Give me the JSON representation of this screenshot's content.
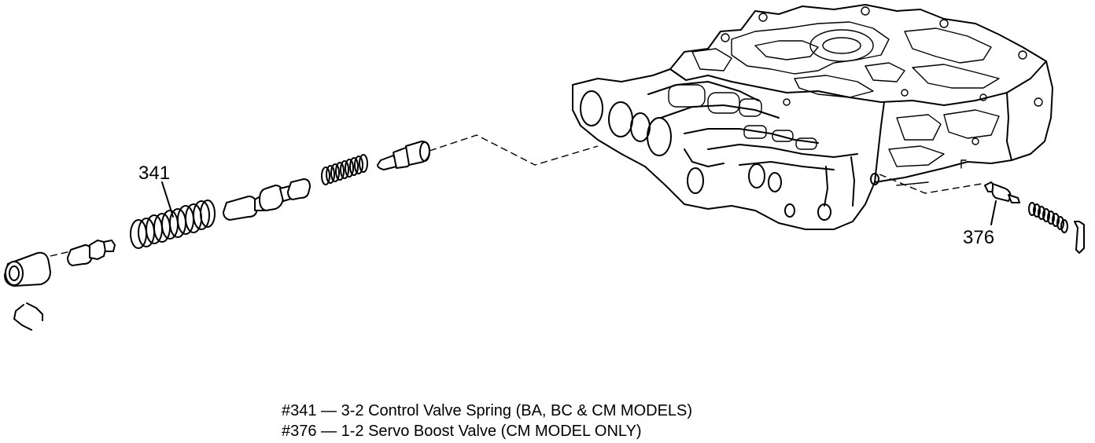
{
  "callouts": {
    "part_341": "341",
    "part_376": "376"
  },
  "legend": {
    "line_341": "#341 — 3-2 Control Valve Spring (BA, BC & CM MODELS)",
    "line_376": "#376 — 1-2 Servo Boost Valve (CM MODEL ONLY)"
  },
  "colors": {
    "ink": "#000000",
    "paper": "#ffffff"
  }
}
